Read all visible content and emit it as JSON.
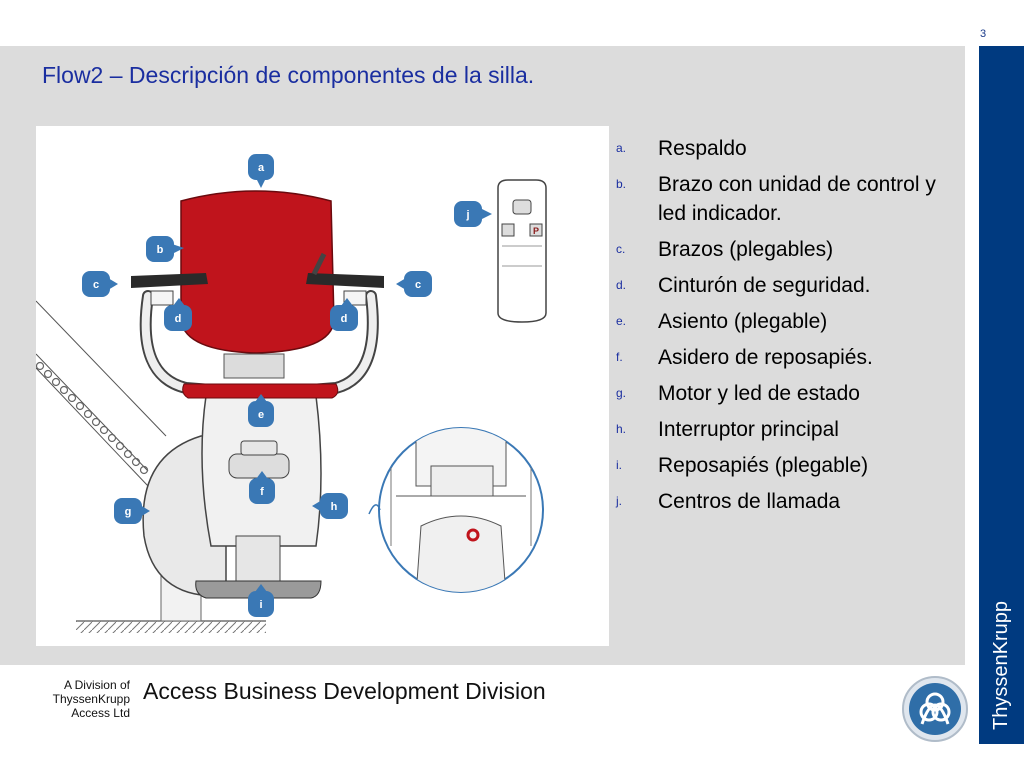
{
  "page_number": "3",
  "title": "Flow2 – Descripción de componentes de la silla.",
  "figure": {
    "callouts": {
      "a": "a",
      "b": "b",
      "c": "c",
      "d": "d",
      "e": "e",
      "f": "f",
      "g": "g",
      "h": "h",
      "i": "i",
      "j": "j",
      "remote_p": "P"
    }
  },
  "legend": [
    {
      "marker": "a.",
      "text": "Respaldo"
    },
    {
      "marker": "b.",
      "text": "Brazo con unidad de control y led indicador."
    },
    {
      "marker": "c.",
      "text": "Brazos (plegables)"
    },
    {
      "marker": "d.",
      "text": "Cinturón de seguridad."
    },
    {
      "marker": "e.",
      "text": "Asiento (plegable)"
    },
    {
      "marker": "f.",
      "text": "Asidero de reposapiés."
    },
    {
      "marker": "g.",
      "text": "Motor y led de estado"
    },
    {
      "marker": "h.",
      "text": "Interruptor principal"
    },
    {
      "marker": "i.",
      "text": "Reposapiés (plegable)"
    },
    {
      "marker": "j.",
      "text": "Centros de llamada"
    }
  ],
  "footer": {
    "division_line1": "A Division of",
    "division_line2": "ThyssenKrupp",
    "division_line3": "Access Ltd",
    "division_name": "Access Business Development Division"
  },
  "brand": "ThyssenKrupp",
  "colors": {
    "title": "#1a2ea0",
    "sidebar": "#003a80",
    "panel": "#dcdcdc",
    "seat_red": "#c0141c",
    "callout": "#3a78b5"
  }
}
